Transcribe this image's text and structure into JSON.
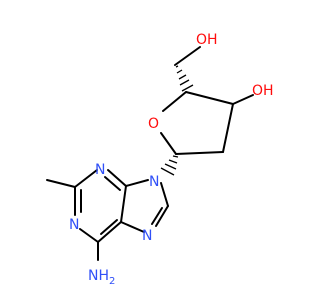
{
  "molecule": {
    "atom_labels": {
      "oh_top": "OH",
      "oh_ring": "OH",
      "ring_oxygen": "O",
      "n9": "N",
      "n3": "N",
      "n7": "N",
      "n1": "N",
      "nh2": "NH",
      "nh2_subscript": "2"
    },
    "colors": {
      "bond": "#000000",
      "oxygen": "#ff0d0d",
      "nitrogen": "#3050f8",
      "background": "#ffffff"
    }
  }
}
